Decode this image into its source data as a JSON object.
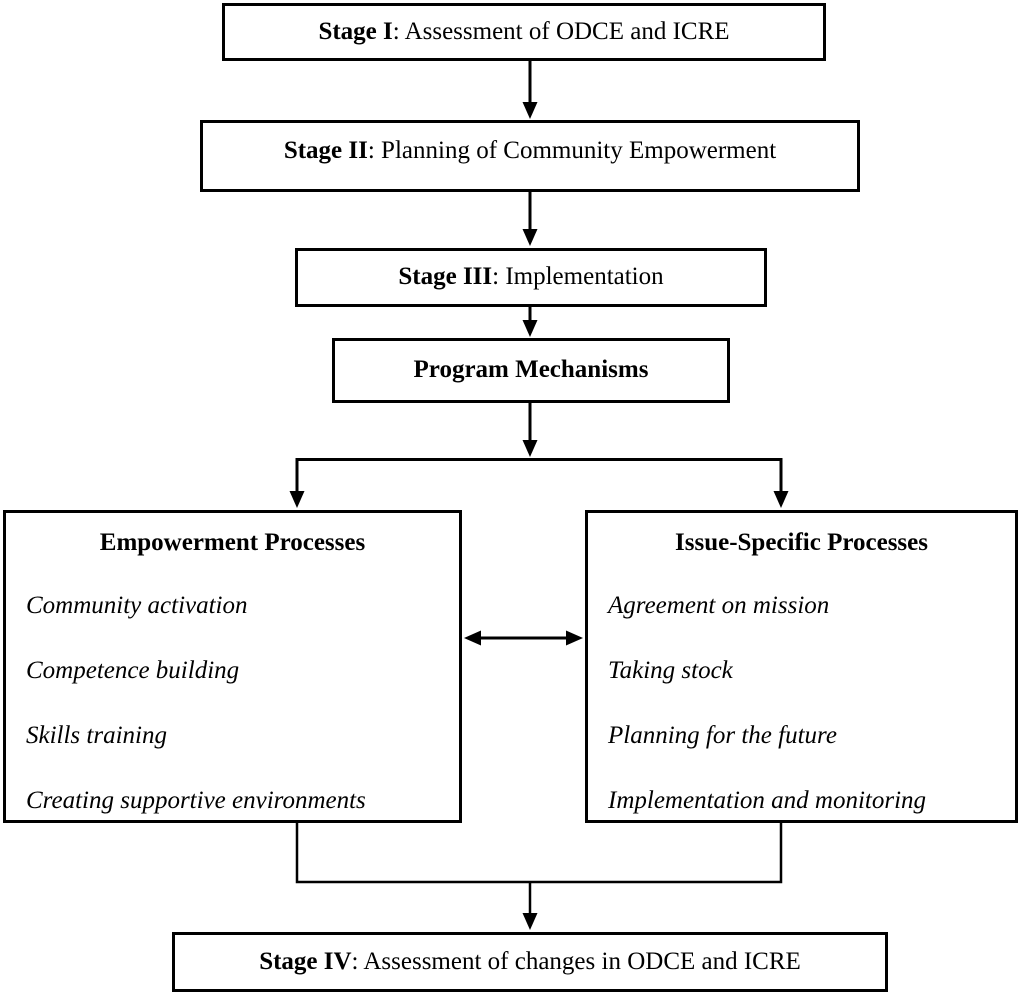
{
  "diagram": {
    "background": "#ffffff",
    "line_color": "#000000",
    "text_color": "#000000",
    "stage1": {
      "bold": "Stage I",
      "rest": ": Assessment of ODCE and ICRE"
    },
    "stage2": {
      "bold": "Stage II",
      "rest": ": Planning of Community Empowerment"
    },
    "stage3": {
      "bold": "Stage III",
      "rest": ": Implementation"
    },
    "program_mechanisms": {
      "label": "Program Mechanisms"
    },
    "empowerment_processes": {
      "title": "Empowerment Processes",
      "items": [
        "Community activation",
        "Competence building",
        "Skills training",
        "Creating supportive environments"
      ]
    },
    "issue_specific_processes": {
      "title": "Issue-Specific Processes",
      "items": [
        "Agreement on mission",
        "Taking stock",
        "Planning for the future",
        "Implementation and monitoring"
      ]
    },
    "stage4": {
      "bold": "Stage IV",
      "rest": ": Assessment of changes in ODCE and ICRE"
    }
  }
}
